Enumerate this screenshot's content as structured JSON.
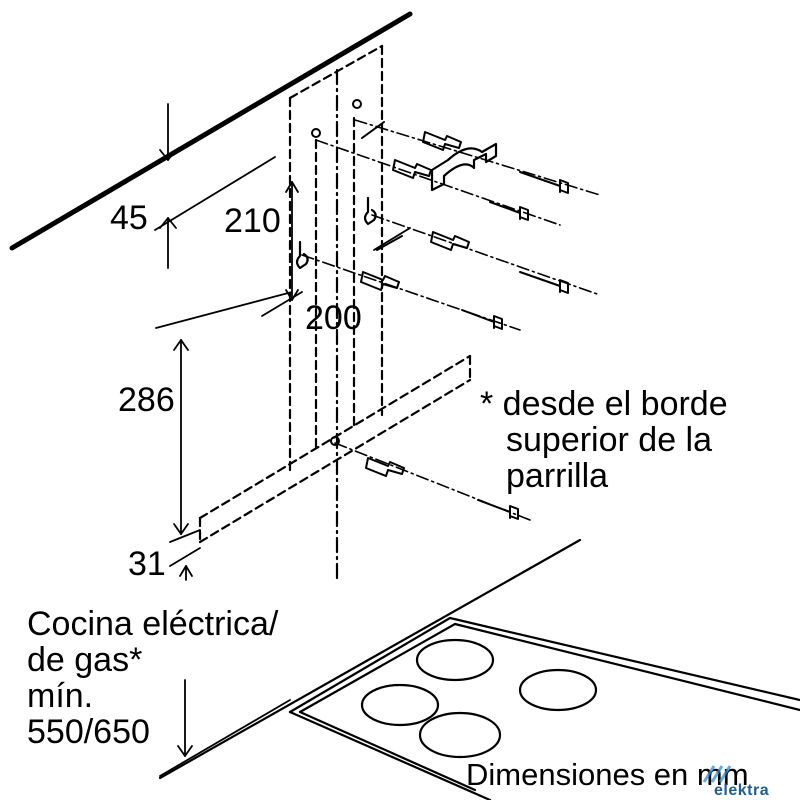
{
  "dimensions": {
    "d45": "45",
    "d210": "210",
    "d200": "200",
    "d286": "286",
    "d31": "31"
  },
  "note": {
    "line1": "* desde el borde",
    "line2": "superior de la",
    "line3": "parrilla"
  },
  "cooktop_label": {
    "line1": "Cocina eléctrica/",
    "line2": "de gas*",
    "line3": "mín.",
    "line4": "550/650"
  },
  "footer": {
    "units": "Dimensiones en mm"
  },
  "watermark": {
    "text": "elektra",
    "color": "#2e8fd0"
  }
}
